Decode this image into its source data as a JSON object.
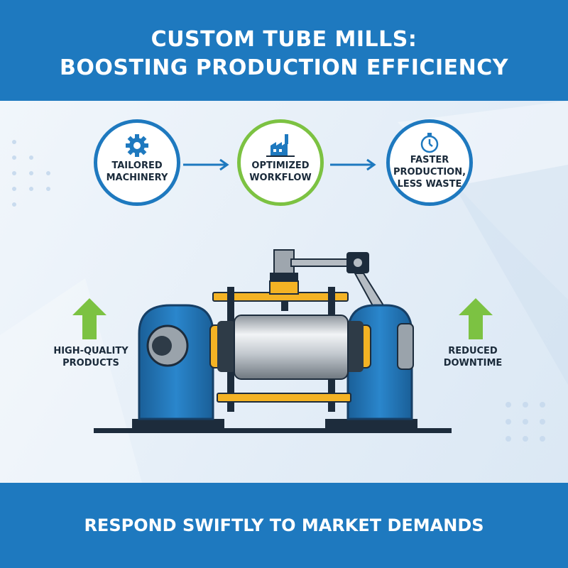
{
  "header": {
    "title_line1": "CUSTOM TUBE MILLS:",
    "title_line2": "BOOSTING PRODUCTION EFFICIENCY"
  },
  "steps": [
    {
      "label_line1": "TAILORED",
      "label_line2": "MACHINERY",
      "label_line3": "",
      "icon": "gear-icon",
      "color": "#1e79bf"
    },
    {
      "label_line1": "OPTIMIZED",
      "label_line2": "WORKFLOW",
      "label_line3": "",
      "icon": "factory-icon",
      "color": "#7cc242"
    },
    {
      "label_line1": "FASTER",
      "label_line2": "PRODUCTION,",
      "label_line3": "LESS WASTE",
      "icon": "stopwatch-icon",
      "color": "#1e79bf"
    }
  ],
  "benefits": {
    "left": {
      "line1": "HIGH-QUALITY",
      "line2": "PRODUCTS",
      "icon": "up-arrow-icon"
    },
    "right": {
      "line1": "REDUCED",
      "line2": "DOWNTIME",
      "icon": "up-arrow-icon"
    }
  },
  "footer": {
    "text": "RESPOND SWIFTLY TO MARKET DEMANDS"
  },
  "colors": {
    "primary_blue": "#1e79bf",
    "accent_green": "#7cc242",
    "accent_yellow": "#f4b324",
    "background": "#eaf2fa"
  }
}
